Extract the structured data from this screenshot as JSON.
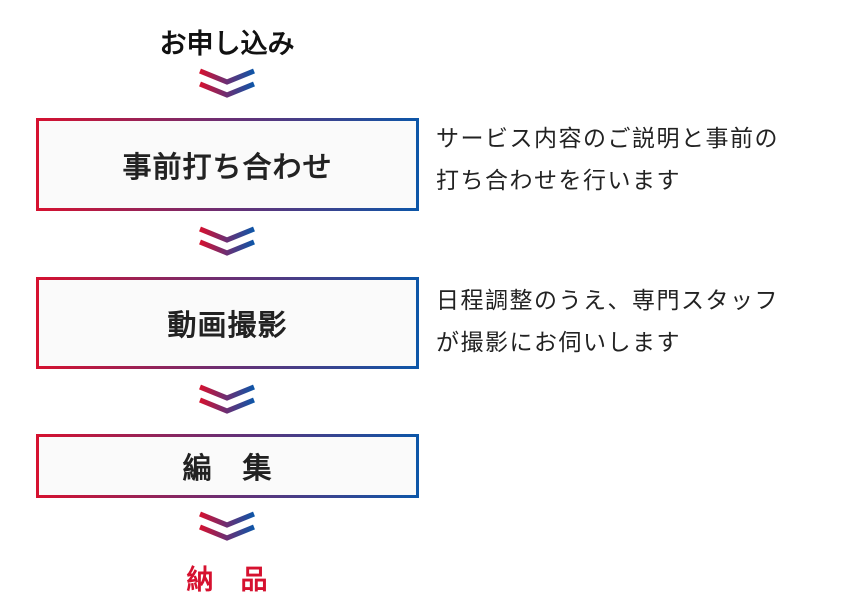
{
  "title": "お申し込み",
  "steps": [
    {
      "label": "事前打ち合わせ",
      "description": [
        "サービス内容のご説明と事前の",
        "打ち合わせを行います"
      ]
    },
    {
      "label": "動画撮影",
      "description": [
        "日程調整のうえ、専門スタッフ",
        "が撮影にお伺いします"
      ]
    },
    {
      "label": "編　集"
    }
  ],
  "final": "納　品",
  "colors": {
    "start": "#d6112f",
    "end": "#0c56a8"
  }
}
